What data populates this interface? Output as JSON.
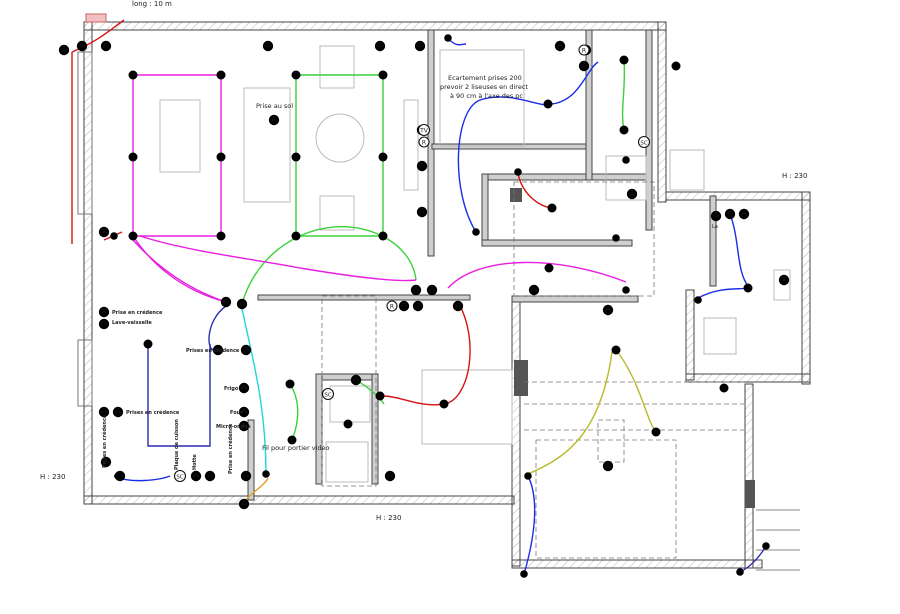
{
  "title": "long : 10 m",
  "heights": {
    "left": "H : 230",
    "right": "H : 230",
    "bottom": "H : 230"
  },
  "notes": {
    "spacing_line1": "Ecartement prises 200",
    "spacing_line2": "prevoir 2 liseuses en direct",
    "spacing_line3": "à 90 cm à l'axe des pc",
    "floor_socket": "Prise au sol",
    "video_wire": "Fil pour portier video"
  },
  "kitchen_labels": {
    "credence1": "Prise en crédence",
    "dishwasher": "Lave-vaisselle",
    "credence2": "Prises en crédence",
    "fridge": "Frigo",
    "oven": "Four",
    "microwave": "Micro-ondes",
    "credence3": "Prises en crédence",
    "credence4": "Prises en crédence",
    "hob": "Plaque de cuisson",
    "hood": "Hotte",
    "credence5": "Prise en crédence"
  },
  "symbol_letters": {
    "tv": "TV",
    "r": "R",
    "sc": "SC",
    "la": "La"
  },
  "wire_colors": {
    "red": "#d41414",
    "blue": "#1a2ee6",
    "magenta": "#e81ee0",
    "green": "#3ad13a",
    "cyan": "#1ed6d6",
    "navy": "#2c2cb0",
    "olive": "#b8b82a",
    "orange": "#e89a2a"
  }
}
